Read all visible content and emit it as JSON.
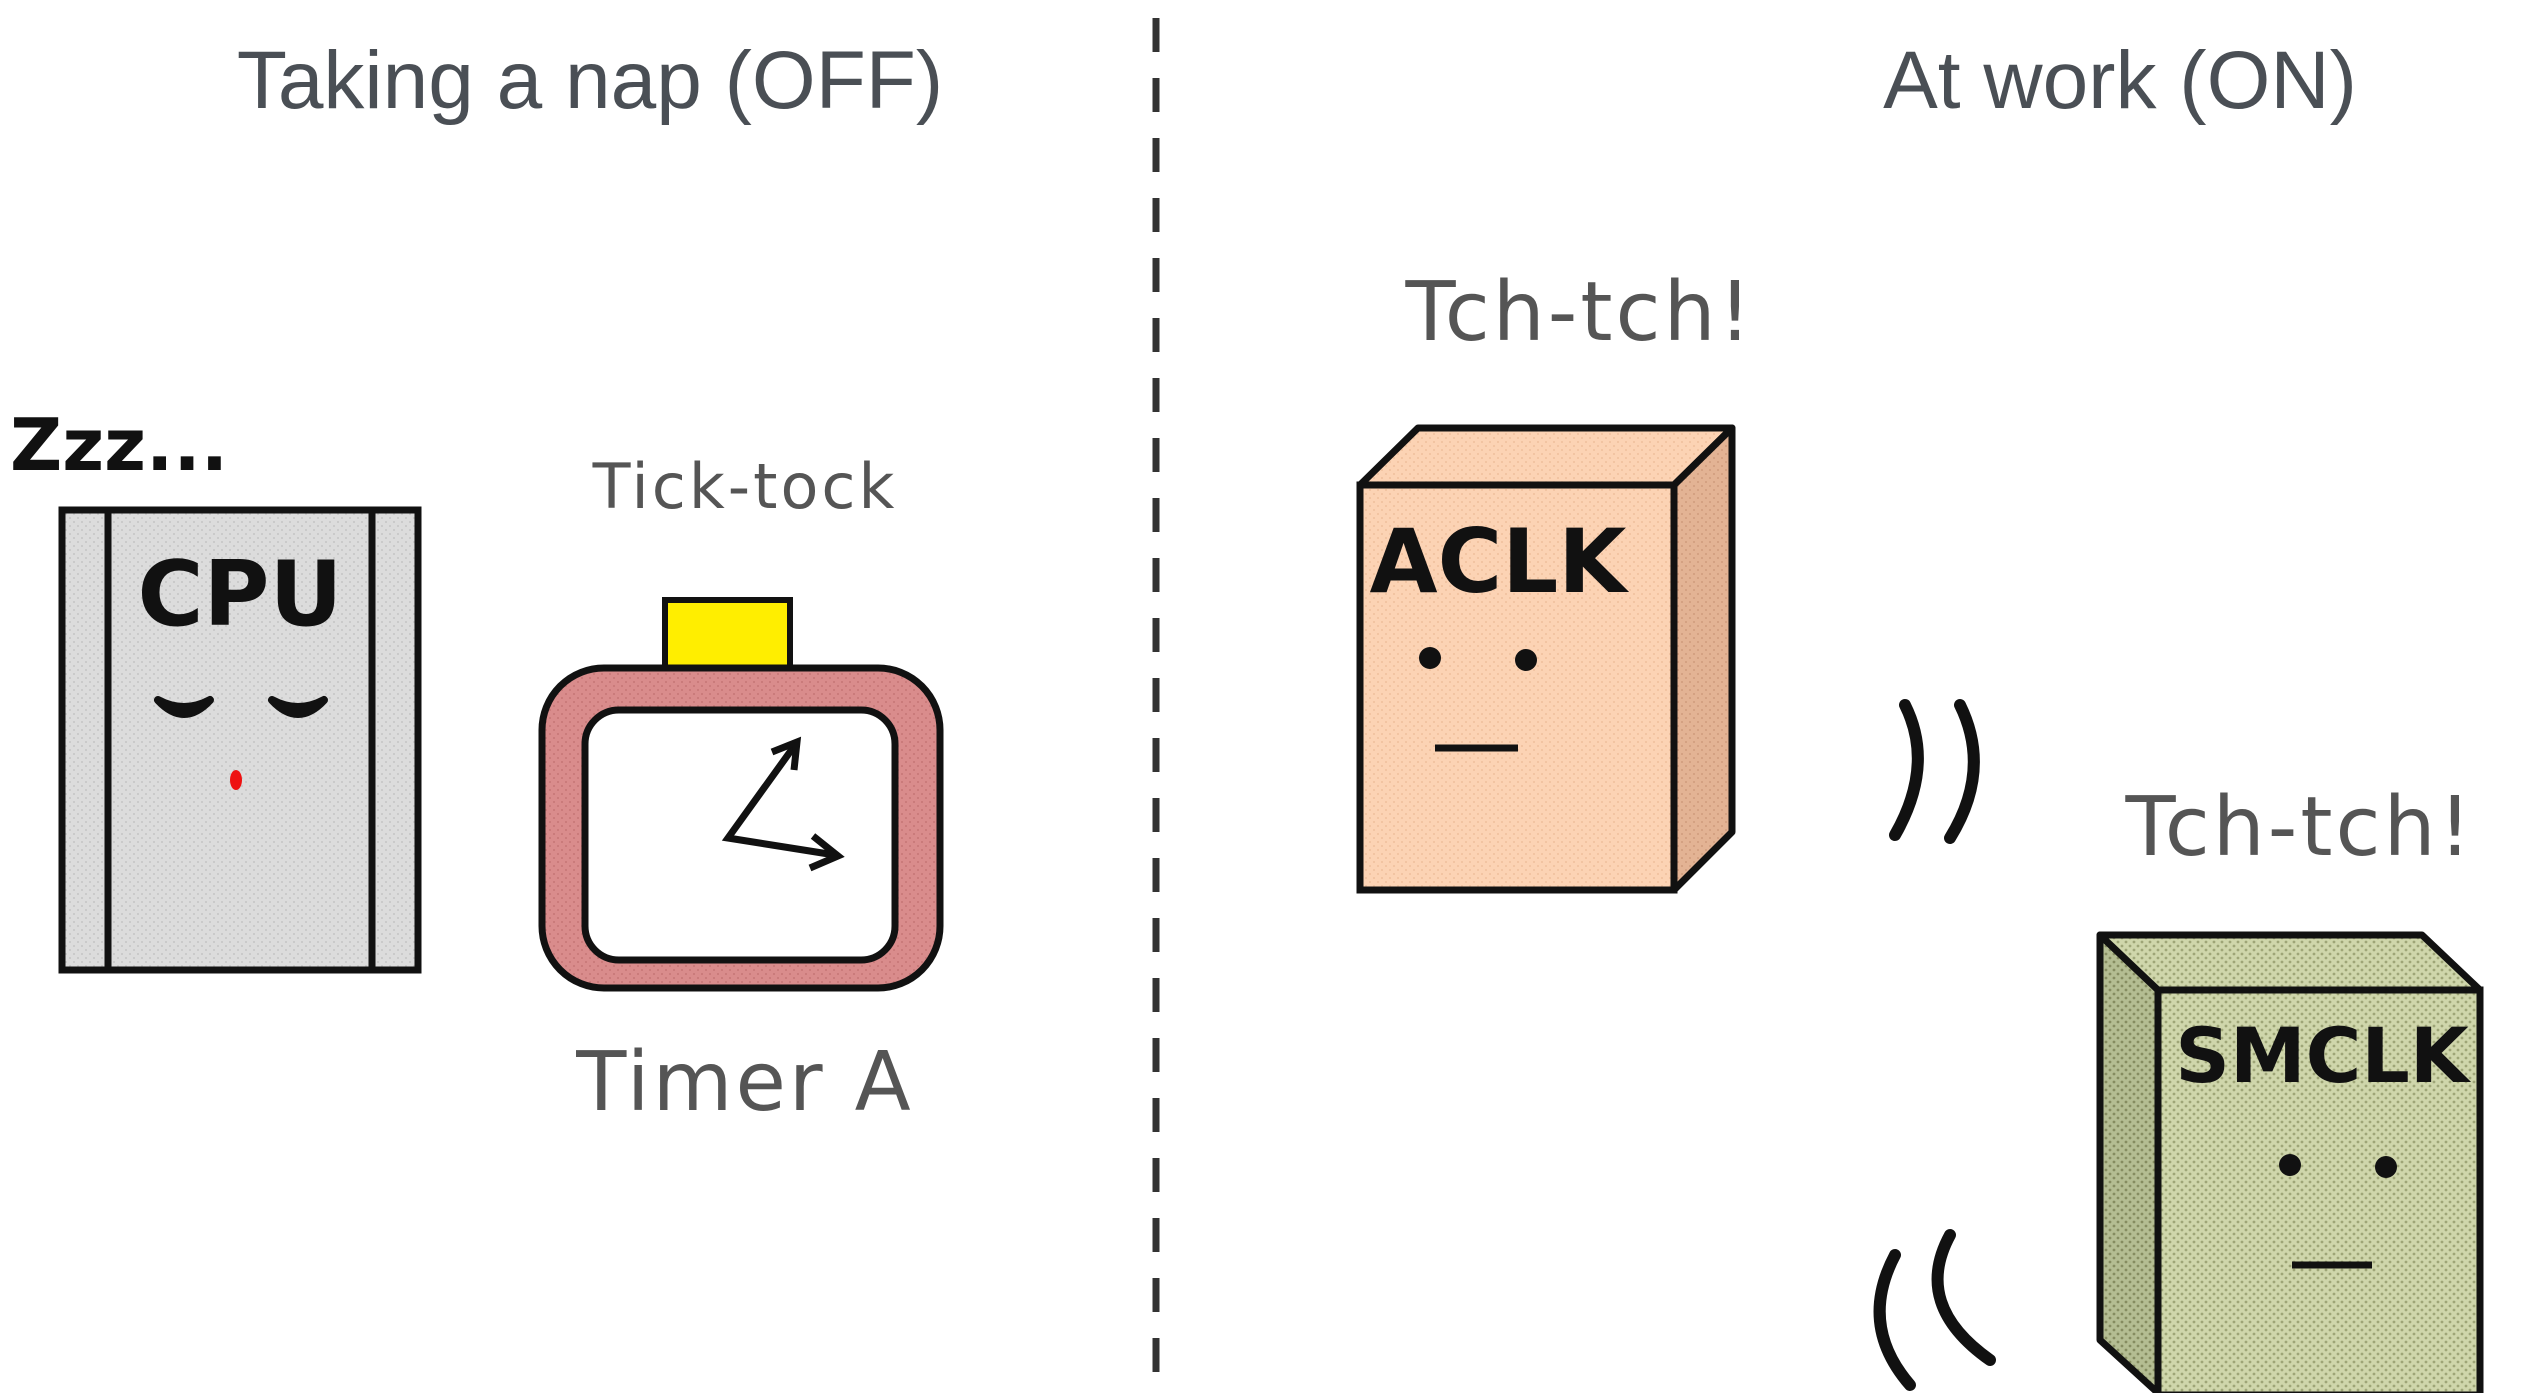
{
  "left_section": {
    "title": "Taking a nap (OFF)",
    "cpu": {
      "label": "CPU",
      "sleep_text": "Zzz..."
    },
    "timer": {
      "sound_text": "Tick-tock",
      "label": "Timer A"
    }
  },
  "right_section": {
    "title": "At work (ON)",
    "aclk": {
      "label": "ACLK",
      "sound_text": "Tch-tch!"
    },
    "smclk": {
      "label": "SMCLK",
      "sound_text": "Tch-tch!"
    }
  },
  "colors": {
    "title_text": "#4a4f55",
    "cpu_body": "#d9d9d9",
    "timer_frame": "#d98c8c",
    "timer_button": "#ffee00",
    "aclk_front": "#fcd3b4",
    "aclk_side": "#e3b394",
    "smclk_front": "#c9d1a4",
    "smclk_side": "#aab58a"
  }
}
